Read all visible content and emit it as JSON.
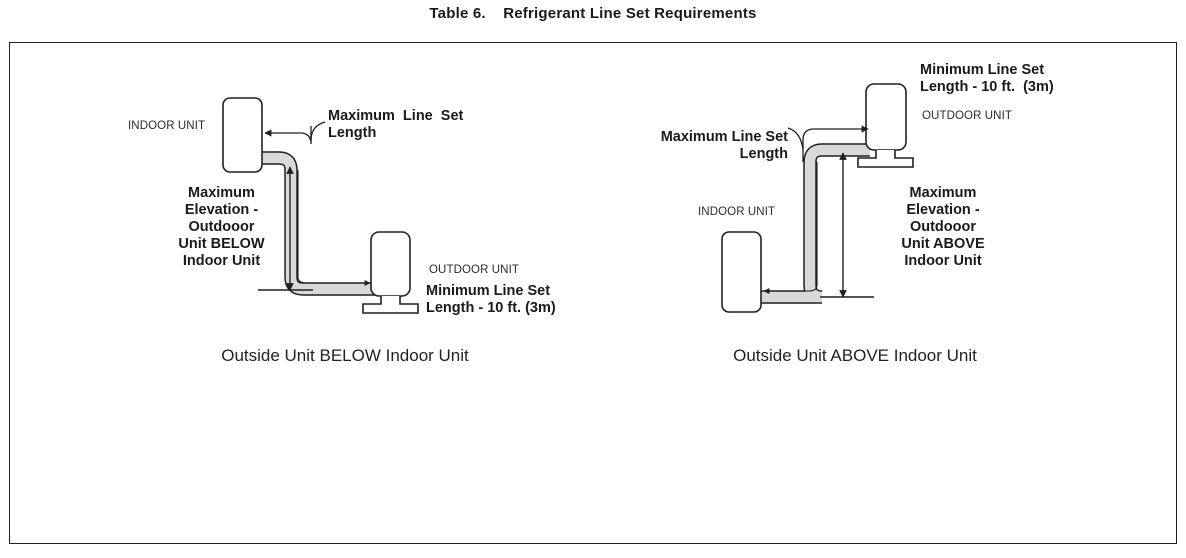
{
  "title": {
    "label": "Table 6.",
    "caption": "Refrigerant Line Set Requirements",
    "full": "Table 6.    Refrigerant Line Set Requirements"
  },
  "colors": {
    "line": "#231f20",
    "pipe_fill": "#d9d9d9",
    "text": "#1a1a1a",
    "frame": "#231f20",
    "background": "#ffffff"
  },
  "diagrams": [
    {
      "id": "outside-unit-below",
      "caption": "Outside Unit BELOW Indoor Unit",
      "indoor_unit_label": "INDOOR UNIT",
      "outdoor_unit_label": "OUTDOOR UNIT",
      "max_line_set_length": "Maximum  Line  Set\nLength",
      "min_line_set_length": "Minimum Line Set\nLength - 10 ft. (3m)",
      "max_elevation": "Maximum\nElevation -\nOutdooor\nUnit BELOW\nIndoor Unit",
      "elevation_direction": "BELOW",
      "min_length_value": "10 ft.",
      "min_length_metric": "(3m)"
    },
    {
      "id": "outside-unit-above",
      "caption": "Outside Unit ABOVE Indoor Unit",
      "indoor_unit_label": "INDOOR UNIT",
      "outdoor_unit_label": "OUTDOOR UNIT",
      "max_line_set_length": "Maximum Line Set\nLength",
      "min_line_set_length": "Minimum Line Set\nLength - 10 ft.  (3m)",
      "max_elevation": "Maximum\nElevation -\nOutdooor\nUnit ABOVE\nIndoor Unit",
      "elevation_direction": "ABOVE",
      "min_length_value": "10 ft.",
      "min_length_metric": "(3m)"
    }
  ]
}
